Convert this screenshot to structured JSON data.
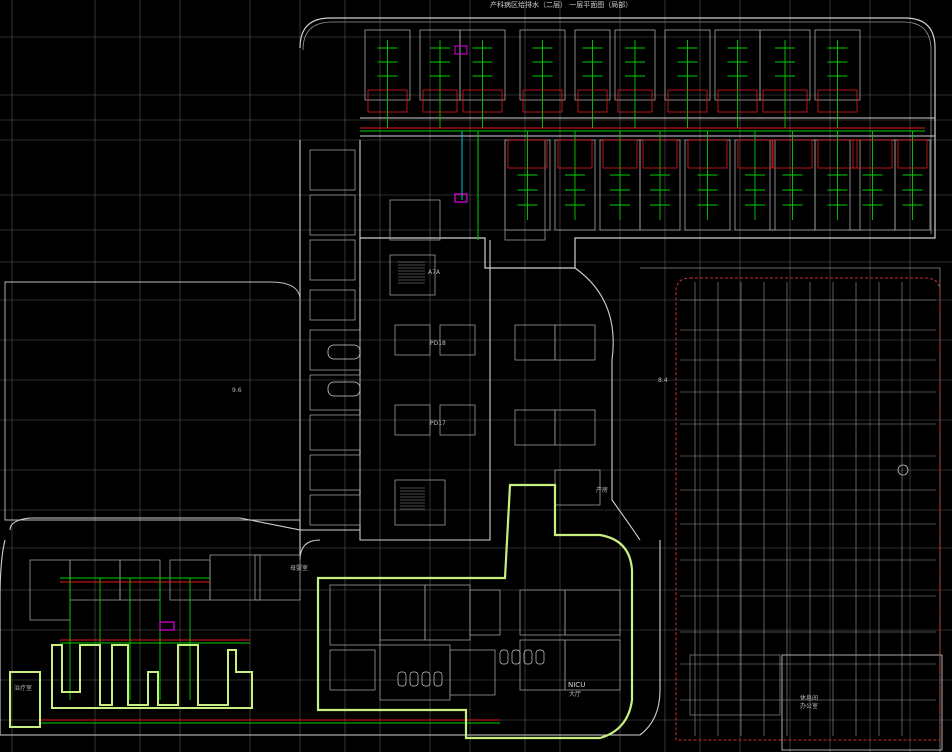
{
  "drawing": {
    "title": "产科病区给排水（二层）  一层平面图（局部）",
    "colors": {
      "background": "#000000",
      "wall": "#cfcfcf",
      "grid": "#5a5a5a",
      "zone_outline": "#c8f080",
      "pipe_green": "#00d000",
      "pipe_red": "#e01818",
      "accent_magenta": "#e000e0",
      "accent_cyan": "#00c8d8",
      "parking": "#c83030"
    }
  },
  "labels": {
    "nicu": "NICU",
    "nicu_sub": "大厅",
    "stair_north": "A7A",
    "room_right": "休息间",
    "room_right_sub": "办公室",
    "left_room": "治疗室",
    "core_a": "PD17",
    "core_b": "PD18",
    "note_center": "产房",
    "note_left": "母婴室",
    "dim_a": "9.6",
    "dim_b": "8.4"
  }
}
